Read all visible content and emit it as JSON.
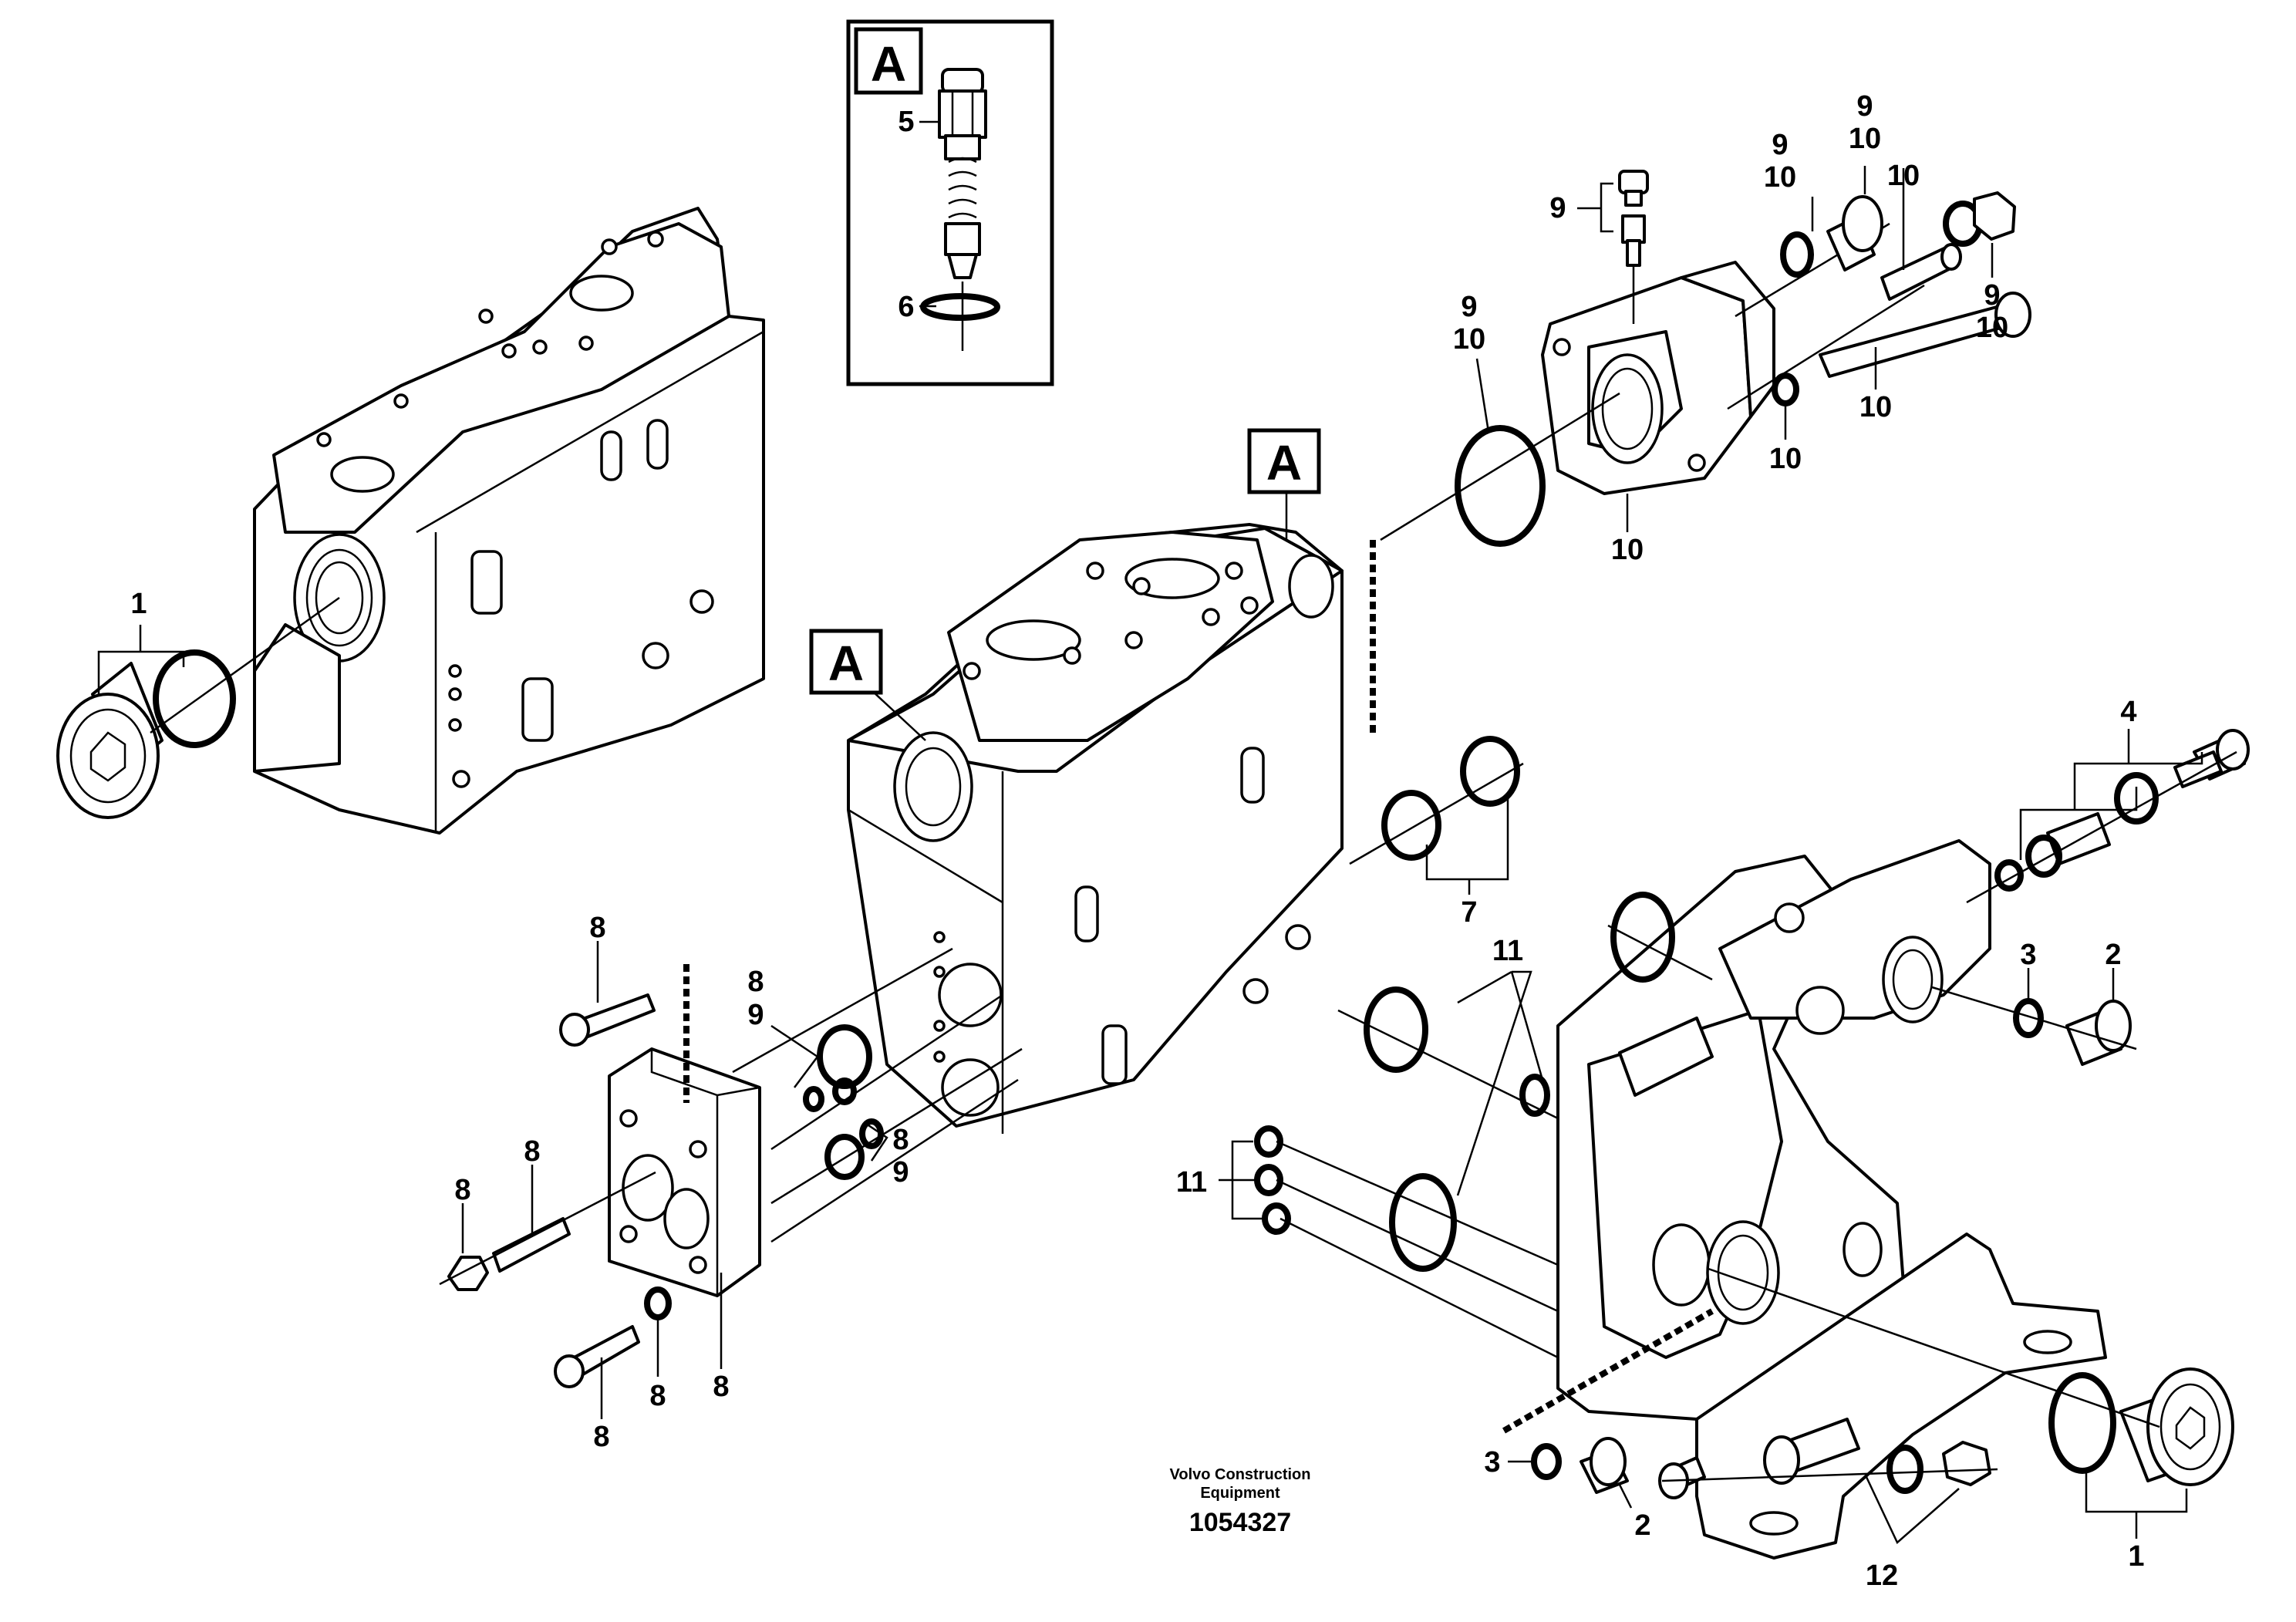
{
  "footer": {
    "credit_line1": "Volvo Construction",
    "credit_line2": "Equipment",
    "document_number": "1054327"
  },
  "detail_tags": [
    "A",
    "A",
    "A"
  ],
  "callouts": {
    "c1a": "1",
    "c1b": "1",
    "c2a": "2",
    "c2b": "2",
    "c3a": "3",
    "c3b": "3",
    "c4": "4",
    "c5": "5",
    "c6": "6",
    "c7": "7",
    "c8a": "8",
    "c8b": "8",
    "c8c": "8",
    "c8d": "8",
    "c8e": "8",
    "c8f": "8",
    "c8g": "8",
    "c8h": "8",
    "c9a": "9",
    "c9b": "9",
    "c9c": "9",
    "c9d": "9",
    "c9e": "9",
    "c9f": "9",
    "c9g": "9",
    "c10a": "10",
    "c10b": "10",
    "c10c": "10",
    "c10d": "10",
    "c10e": "10",
    "c10f": "10",
    "c10g": "10",
    "c10h": "10",
    "c11a": "11",
    "c11b": "11",
    "c12": "12"
  }
}
